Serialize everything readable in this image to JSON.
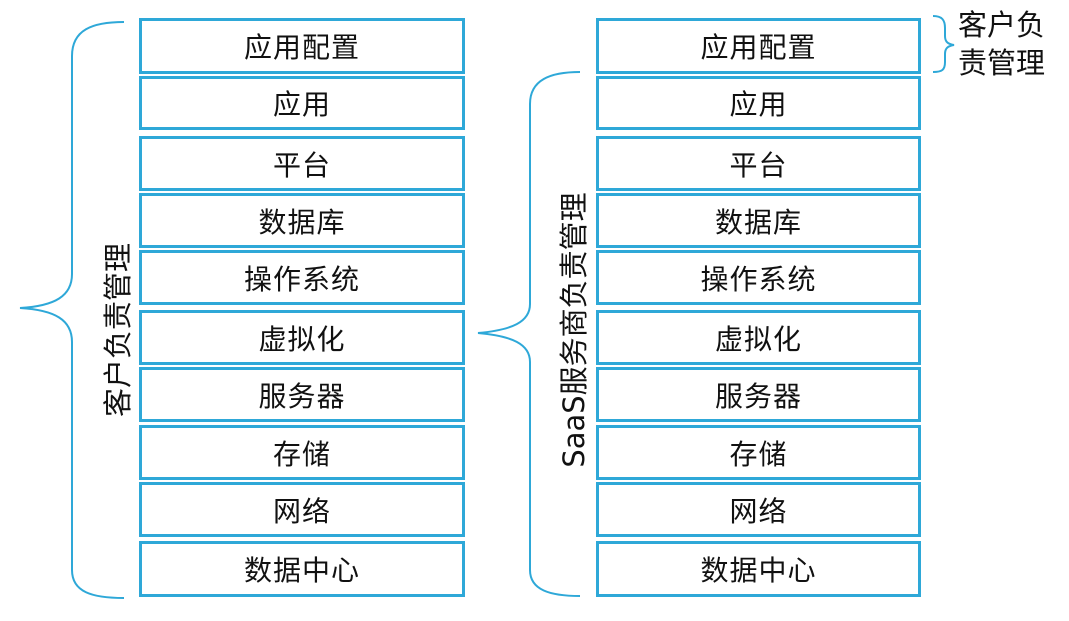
{
  "left_stack": {
    "side_label": "客户负责管理",
    "layers": [
      "应用配置",
      "应用",
      "平台",
      "数据库",
      "操作系统",
      "虚拟化",
      "服务器",
      "存储",
      "网络",
      "数据中心"
    ]
  },
  "right_stack": {
    "top_label": "客户负责管理",
    "side_label": "SaaS服务商负责管理",
    "layers": [
      "应用配置",
      "应用",
      "平台",
      "数据库",
      "操作系统",
      "虚拟化",
      "服务器",
      "存储",
      "网络",
      "数据中心"
    ]
  },
  "colors": {
    "box_border": "#2ea8d8",
    "brace": "#2ea8d8",
    "text": "#111111"
  }
}
